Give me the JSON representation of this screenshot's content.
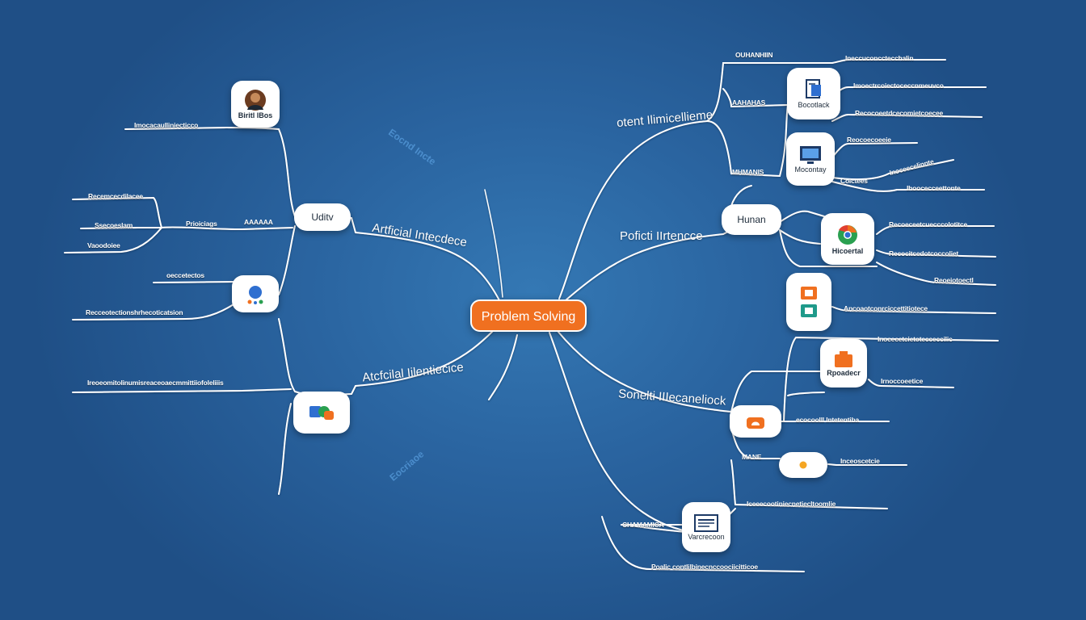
{
  "center": {
    "label": "Problem Solving"
  },
  "branches": {
    "upper_left": "Artficial Intecdece",
    "lower_left": "Atcfcilal Iilentiecice",
    "upper_right": "otent Ilimicellieme",
    "middle_right": "Poficti IIrtencce",
    "lower_right": "Sonelti IIIecaneliock"
  },
  "nodes": {
    "person_card": "Biritl lBos",
    "uditv": "Uditv",
    "doc_card": "Bocotlack",
    "monitor_card": "Mocontay",
    "human": "Hunan",
    "chrome_card": "Hicoertal",
    "orange_card": "Rpoadecr",
    "list_card": "Varcrecoon"
  },
  "left_leaves": [
    "Imocacaulliniecticco",
    "Recemcecdilacee",
    "Ssecoeslam",
    "Vaoodoiee",
    "Prioiciags",
    "AAAAAA",
    "oeccetectos",
    "Recceotectionshrhecoticatsion",
    "Ireoeomitolinumisreaceoaecmmittiiofoleliiis"
  ],
  "right_leaves": [
    "OUHANHIIN",
    "Ineccuconcctecchalin",
    "AAHAHAS",
    "Imoectrcoiectoceccnmeuvco",
    "Recocoeetdcecomietcoecee",
    "Reocoecoeeie",
    "MHMANIS",
    "Coictees",
    "Inoceecelinnte",
    "Ihoocecceettonte",
    "Recoeceetcuecccolotitce",
    "Recocitcedotcoccoliet",
    "Reoeiotoectl",
    "Ancoaotconrciccettitiotece",
    "Inocecetcietotecceccilic",
    "Irnoccoeetice",
    "ecocoolll Intetentiba",
    "MANE",
    "Inceoscetcie",
    "Iceeecootiniecnetiecltoomlie",
    "CHAMAMICA",
    "Poalic contlilbinecnccoociicitticoe"
  ],
  "ghost_text": [
    "Eocnd Incte",
    "Eocriaoe"
  ],
  "colors": {
    "accent": "#f07020",
    "background": "#2a64a0",
    "line": "#ffffff"
  },
  "icons": [
    "person-icon",
    "globe-icon",
    "chat-bubbles-icon",
    "document-icon",
    "monitor-icon",
    "chrome-icon",
    "slides-icon",
    "orange-folder-icon",
    "cloud-icon",
    "dot-icon",
    "list-icon"
  ]
}
